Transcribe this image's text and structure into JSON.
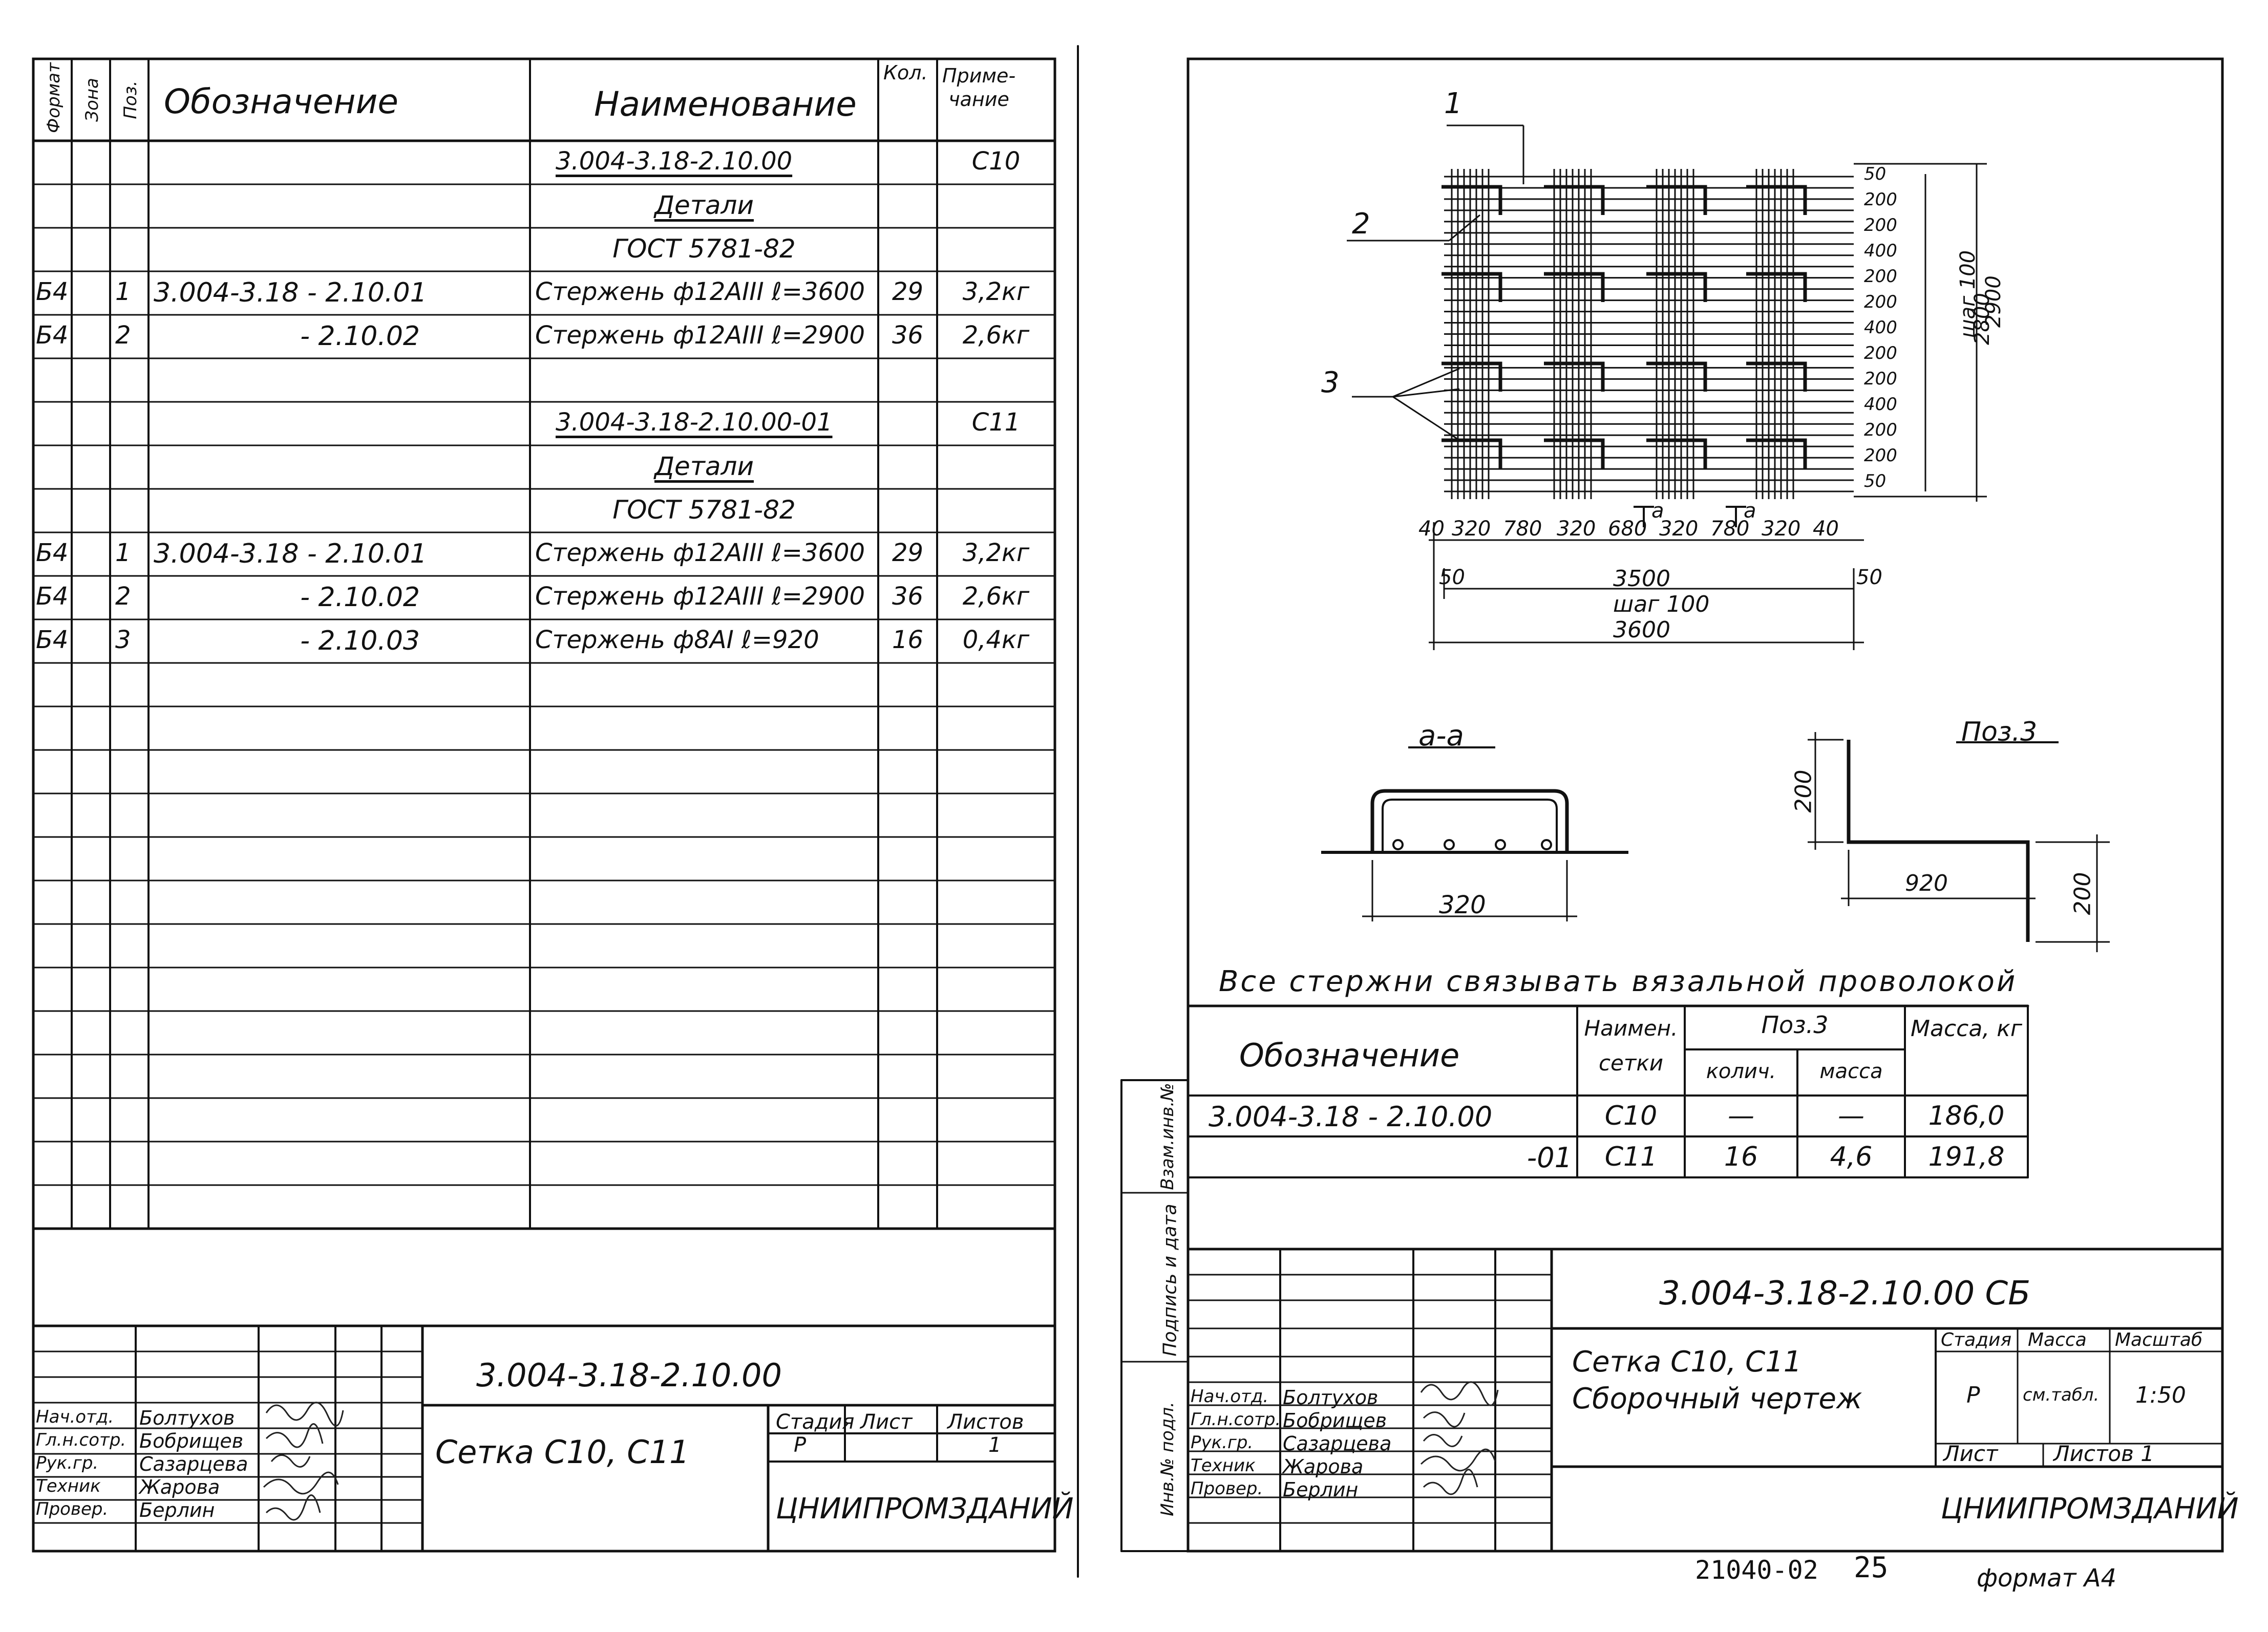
{
  "left": {
    "headers": {
      "format": "Формат",
      "zone": "Зона",
      "pos": "Поз.",
      "designation": "Обозначение",
      "name": "Наименование",
      "qty": "Кол.",
      "note": "Приме-\nчание"
    },
    "rows": [
      {
        "fmt": "",
        "pos": "",
        "des": "",
        "name": "3.004-3.18-2.10.00",
        "qty": "",
        "note": "С10",
        "name_ul": true
      },
      {
        "fmt": "",
        "pos": "",
        "des": "",
        "name": "Детали",
        "qty": "",
        "note": "",
        "name_ul": true,
        "center": true
      },
      {
        "fmt": "",
        "pos": "",
        "des": "",
        "name": "ГОСТ  5781-82",
        "qty": "",
        "note": "",
        "center": true
      },
      {
        "fmt": "Б4",
        "pos": "1",
        "des": "3.004-3.18 - 2.10.01",
        "name": "Стержень ф12АIII  ℓ=3600",
        "qty": "29",
        "note": "3,2кг"
      },
      {
        "fmt": "Б4",
        "pos": "2",
        "des": "- 2.10.02",
        "name": "Стержень ф12АIII  ℓ=2900",
        "qty": "36",
        "note": "2,6кг",
        "des_right": true
      },
      {
        "fmt": "",
        "pos": "",
        "des": "",
        "name": "",
        "qty": "",
        "note": ""
      },
      {
        "fmt": "",
        "pos": "",
        "des": "",
        "name": "3.004-3.18-2.10.00-01",
        "qty": "",
        "note": "С11",
        "name_ul": true
      },
      {
        "fmt": "",
        "pos": "",
        "des": "",
        "name": "Детали",
        "qty": "",
        "note": "",
        "name_ul": true,
        "center": true
      },
      {
        "fmt": "",
        "pos": "",
        "des": "",
        "name": "ГОСТ  5781-82",
        "qty": "",
        "note": "",
        "center": true
      },
      {
        "fmt": "Б4",
        "pos": "1",
        "des": "3.004-3.18 - 2.10.01",
        "name": "Стержень ф12АIII  ℓ=3600",
        "qty": "29",
        "note": "3,2кг"
      },
      {
        "fmt": "Б4",
        "pos": "2",
        "des": "- 2.10.02",
        "name": "Стержень ф12АIII  ℓ=2900",
        "qty": "36",
        "note": "2,6кг",
        "des_right": true
      },
      {
        "fmt": "Б4",
        "pos": "3",
        "des": "- 2.10.03",
        "name": "Стержень ф8АI  ℓ=920",
        "qty": "16",
        "note": "0,4кг",
        "des_right": true
      }
    ],
    "title_block": {
      "code": "3.004-3.18-2.10.00",
      "title": "Сетка С10, С11",
      "stage_label": "Стадия",
      "sheet_label": "Лист",
      "sheets_label": "Листов",
      "stage": "Р",
      "sheets": "1",
      "org": "ЦНИИПРОМЗДАНИЙ",
      "people": [
        {
          "role": "Нач.отд.",
          "name": "Болтухов"
        },
        {
          "role": "Гл.н.сотр.",
          "name": "Бобрищев"
        },
        {
          "role": "Рук.гр.",
          "name": "Сазарцева"
        },
        {
          "role": "Техник",
          "name": "Жарова"
        },
        {
          "role": "Провер.",
          "name": "Берлин"
        }
      ]
    }
  },
  "right": {
    "drawing": {
      "callouts": [
        "1",
        "2",
        "3"
      ],
      "section_marks": [
        "а",
        "а"
      ],
      "right_dims": [
        "50",
        "200",
        "200",
        "400",
        "200",
        "200",
        "400",
        "200",
        "200",
        "400",
        "200",
        "200",
        "50"
      ],
      "overall_vertical": [
        "2800",
        "шаг 100",
        "2900"
      ],
      "bottom_dims": [
        "40",
        "320",
        "780",
        "320",
        "680",
        "320",
        "780",
        "320",
        "40"
      ],
      "dim_50_left": "50",
      "dim_50_right": "50",
      "dim_3500": "3500",
      "dim_step": "шаг 100",
      "dim_3600": "3600"
    },
    "section": {
      "title": "а-а",
      "dim": "320"
    },
    "pos3": {
      "title": "Поз.3",
      "dim_h": "200",
      "dim_w": "920",
      "dim_h2": "200"
    },
    "note": "Все стержни связывать вязальной проволокой",
    "table": {
      "h_designation": "Обозначение",
      "h_name": "Наимен. сетки",
      "h_pos3": "Поз.3",
      "h_qty": "колич.",
      "h_mass": "масса",
      "h_total": "Масса, кг",
      "rows": [
        {
          "des": "3.004-3.18 - 2.10.00",
          "name": "С10",
          "qty": "—",
          "mass": "—",
          "total": "186,0"
        },
        {
          "des": "-01",
          "name": "С11",
          "qty": "16",
          "mass": "4,6",
          "total": "191,8"
        }
      ]
    },
    "side_labels": [
      "Инв.№ подл.",
      "Подпись и дата",
      "Взам.инв.№"
    ],
    "title_block": {
      "code": "3.004-3.18-2.10.00 СБ",
      "title": "Сетка С10, С11\nСборочный чертеж",
      "stage_label": "Стадия",
      "mass_label": "Масса",
      "scale_label": "Масштаб",
      "stage": "Р",
      "mass": "см.табл.",
      "scale": "1:50",
      "sheet_label": "Лист",
      "sheets_label": "Листов 1",
      "org": "ЦНИИПРОМЗДАНИЙ",
      "people": [
        {
          "role": "Нач.отд.",
          "name": "Болтухов"
        },
        {
          "role": "Гл.н.сотр.",
          "name": "Бобрищев"
        },
        {
          "role": "Рук.гр.",
          "name": "Сазарцева"
        },
        {
          "role": "Техник",
          "name": "Жарова"
        },
        {
          "role": "Провер.",
          "name": "Берлин"
        }
      ]
    }
  },
  "footer": {
    "number": "21040-02",
    "page": "25",
    "format": "формат А4"
  }
}
